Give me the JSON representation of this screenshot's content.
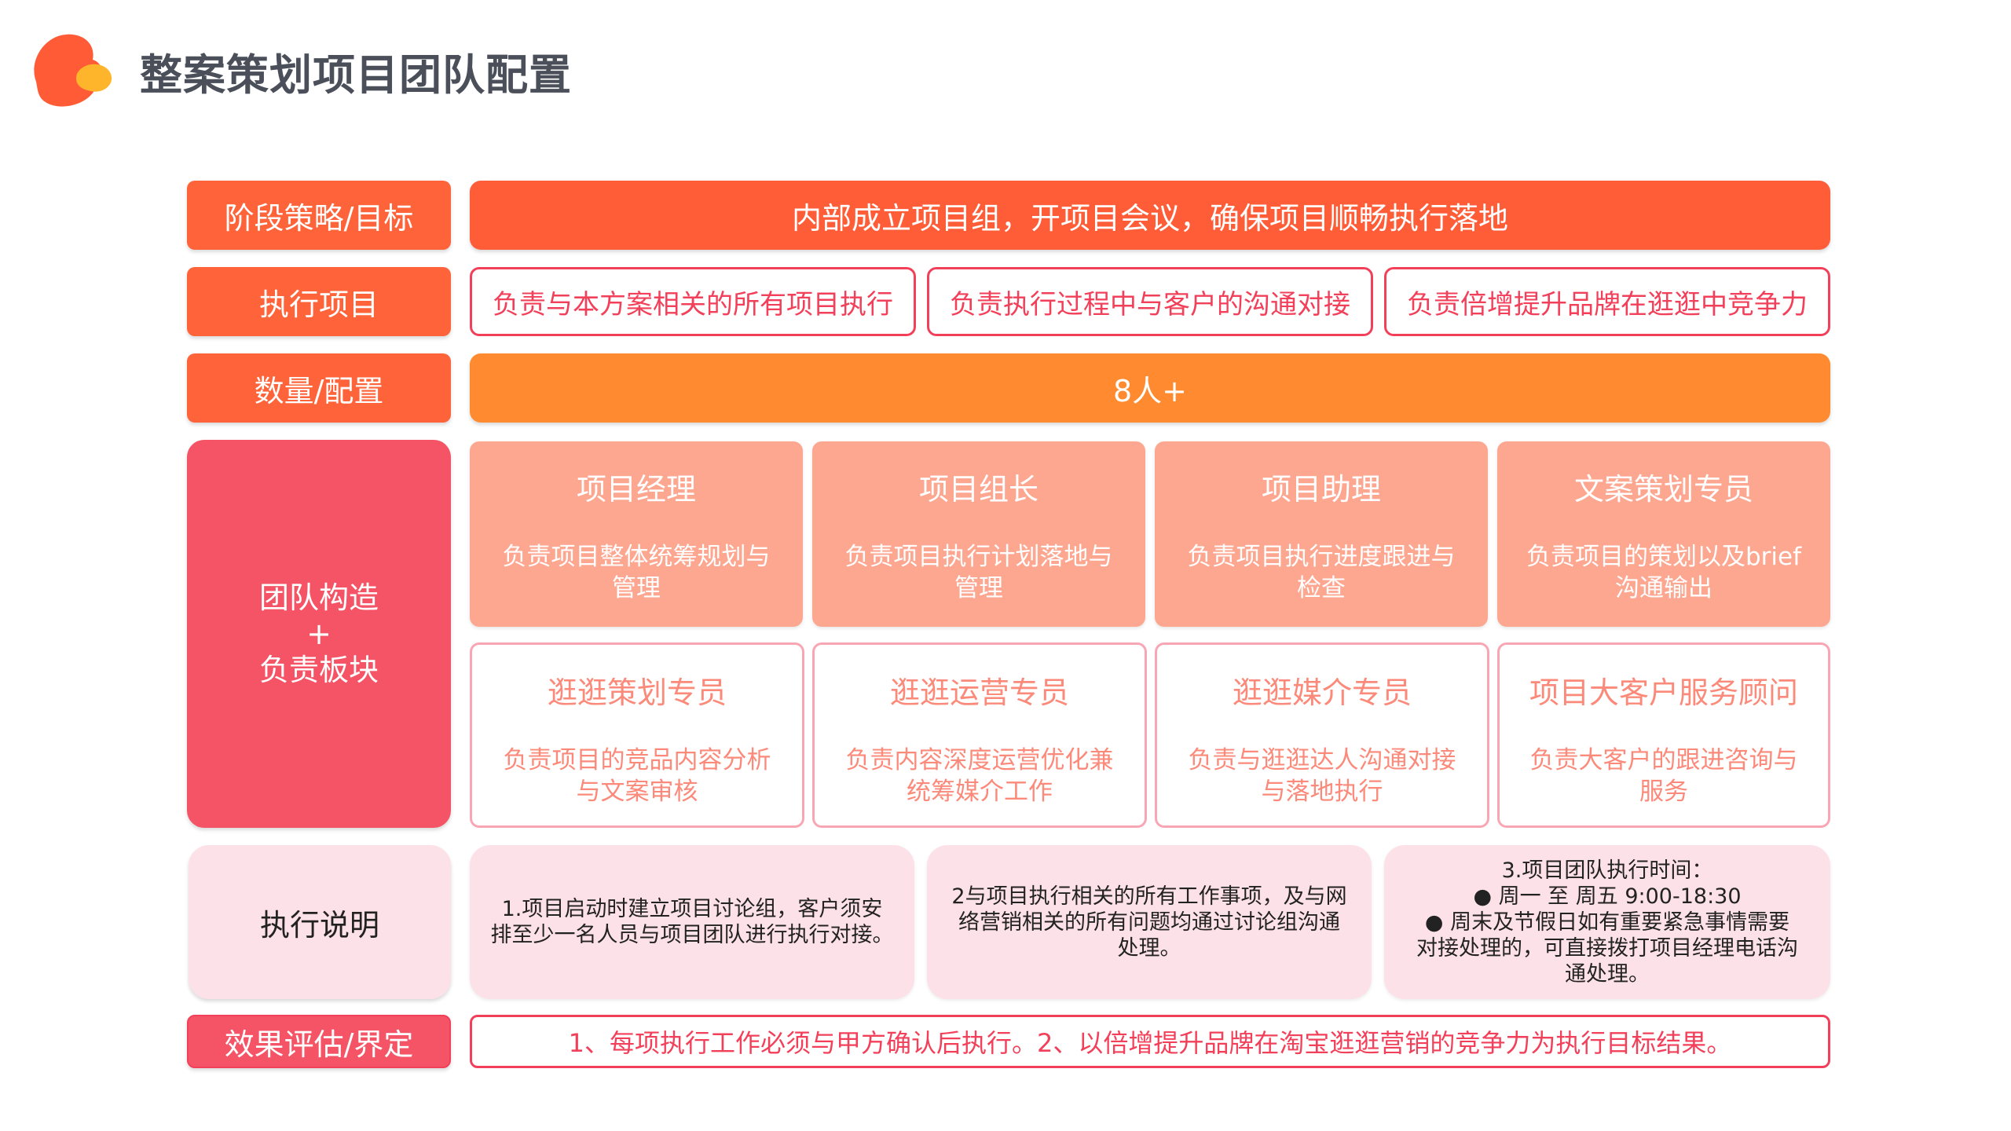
{
  "header": {
    "title": "整案策划项目团队配置",
    "logo_icon": "blob-logo-icon",
    "colors": {
      "logo_primary": "#ff5b36",
      "logo_accent": "#ffb52b"
    }
  },
  "rows": {
    "strategy": {
      "label": "阶段策略/目标",
      "content": "内部成立项目组，开项目会议，确保项目顺畅执行落地"
    },
    "execution": {
      "label": "执行项目",
      "items": [
        "负责与本方案相关的所有项目执行",
        "负责执行过程中与客户的沟通对接",
        "负责倍增提升品牌在逛逛中竞争力"
      ]
    },
    "quantity": {
      "label": "数量/配置",
      "content": "8人+"
    },
    "team": {
      "label_line1": "团队构造",
      "label_line2": "+",
      "label_line3": "负责板块",
      "roles_top": [
        {
          "title": "项目经理",
          "desc_line1": "负责项目整体统筹规划与",
          "desc_line2": "管理"
        },
        {
          "title": "项目组长",
          "desc_line1": "负责项目执行计划落地与",
          "desc_line2": "管理"
        },
        {
          "title": "项目助理",
          "desc_line1": "负责项目执行进度跟进与",
          "desc_line2": "检查"
        },
        {
          "title": "文案策划专员",
          "desc_line1": "负责项目的策划以及brief",
          "desc_line2": "沟通输出"
        }
      ],
      "roles_bottom": [
        {
          "title": "逛逛策划专员",
          "desc_line1": "负责项目的竞品内容分析",
          "desc_line2": "与文案审核"
        },
        {
          "title": "逛逛运营专员",
          "desc_line1": "负责内容深度运营优化兼",
          "desc_line2": "统筹媒介工作"
        },
        {
          "title": "逛逛媒介专员",
          "desc_line1": "负责与逛逛达人沟通对接",
          "desc_line2": "与落地执行"
        },
        {
          "title": "项目大客户服务顾问",
          "desc_line1": "负责大客户的跟进咨询与",
          "desc_line2": "服务"
        }
      ]
    },
    "notes": {
      "label": "执行说明",
      "note1": {
        "line1": "1.项目启动时建立项目讨论组，客户须安",
        "line2": "排至少一名人员与项目团队进行执行对接。"
      },
      "note2": {
        "line1": "2与项目执行相关的所有工作事项，及与网",
        "line2": "络营销相关的所有问题均通过讨论组沟通",
        "line3": "处理。"
      },
      "note3": {
        "line1": "3.项目团队执行时间：",
        "line2": "●  周一 至 周五 9:00-18:30",
        "line3": "●  周末及节假日如有重要紧急事情需要",
        "line4": "对接处理的，可直接拨打项目经理电话沟",
        "line5": "通处理。"
      }
    },
    "effect": {
      "label": "效果评估/界定",
      "content": "1、每项执行工作必须与甲方确认后执行。2、以倍增提升品牌在淘宝逛逛营销的竞争力为执行目标结果。"
    }
  },
  "colors": {
    "label_orange": "#ff6339",
    "label_red": "#f45465",
    "banner_orange": "#ff8a2f",
    "card_salmon": "#fda690",
    "outline_red": "#f2405a",
    "note_pink": "#fde1e9"
  }
}
